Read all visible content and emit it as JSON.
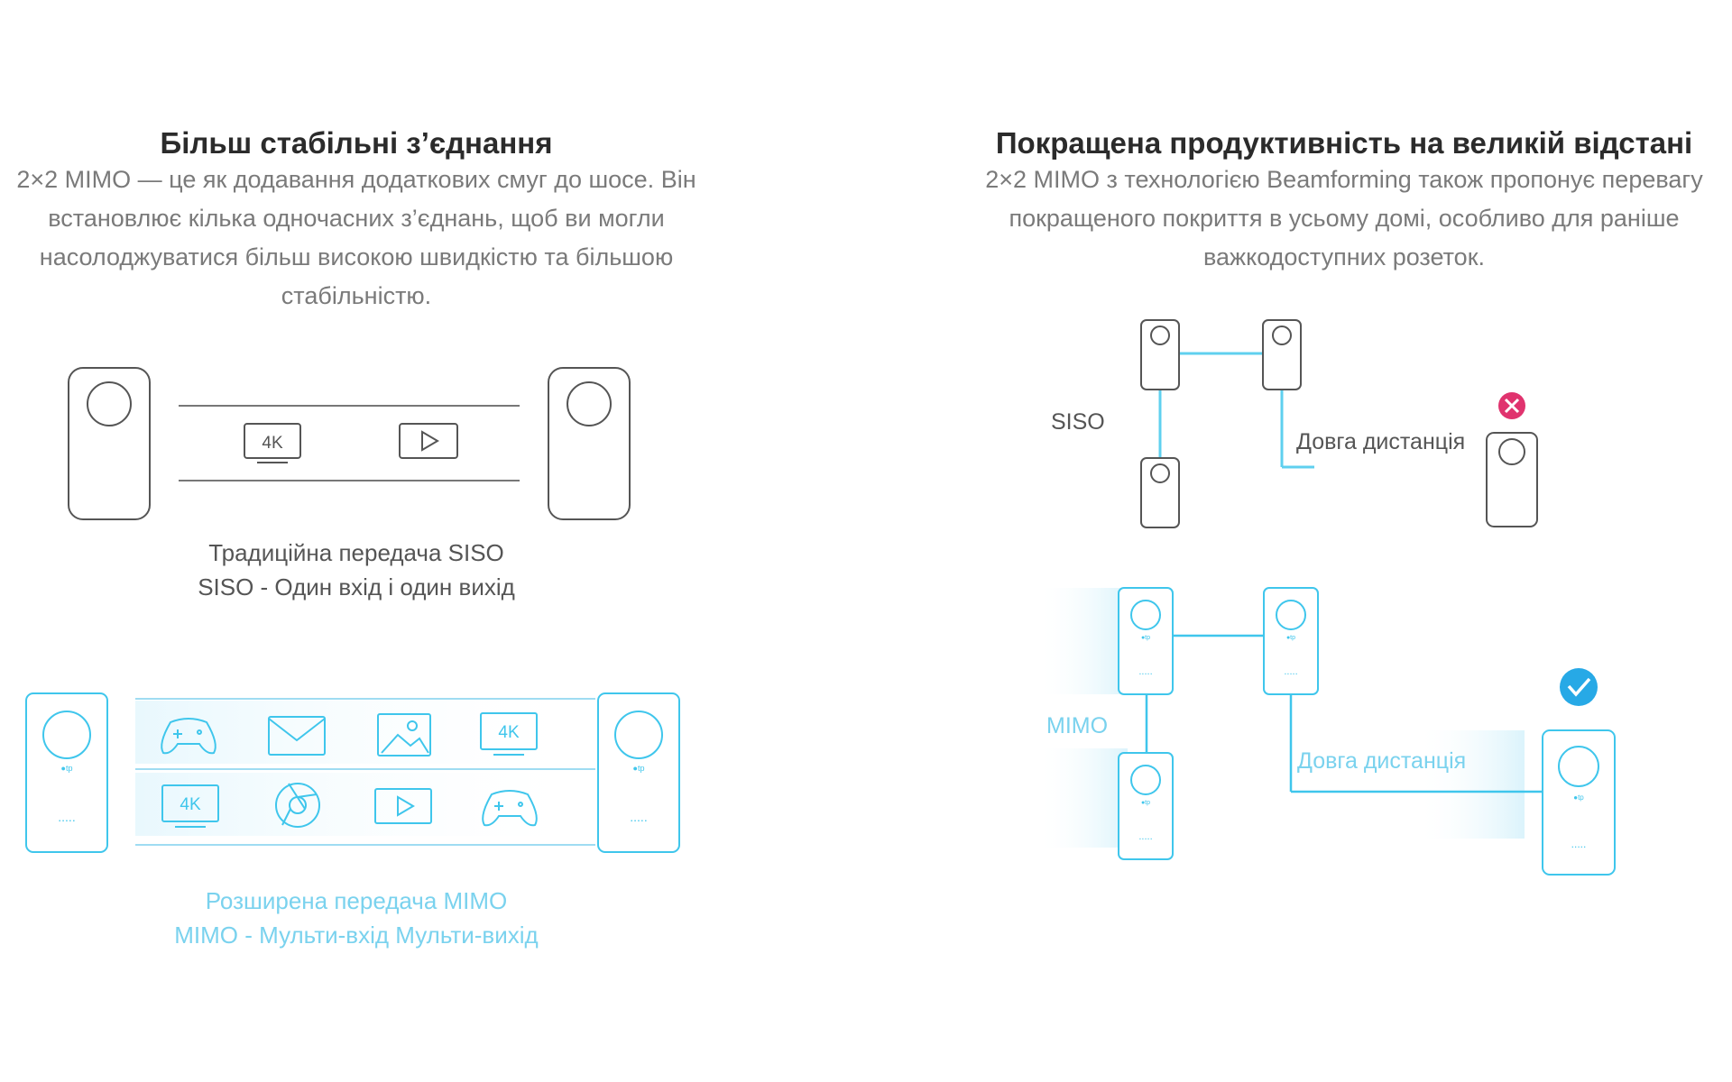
{
  "left": {
    "title": "Більш стабільні з’єднання",
    "description": "2×2 MIMO — це як додавання додаткових смуг до шосе. Він встановлює кілька одночасних з’єднань, щоб ви могли насолоджуватися більш високою швидкістю та більшою стабільністю.",
    "siso_caption": {
      "line1": "Традиційна передача SISO",
      "line2": "SISO - Один вхід і один вихід"
    },
    "mimo_caption": {
      "line1": "Розширена передача MIMO",
      "line2": "MIMO - Мульти-вхід Мульти-вихід"
    },
    "siso_badge": "4K",
    "mimo_badge": "4K"
  },
  "right": {
    "title": "Покращена продуктивність на великій відстані",
    "description": "2×2 MIMO з технологією Beamforming також пропонує перевагу покращеного покриття в усьому домі, особливо для раніше важкодоступних розеток.",
    "siso_label": "SISO",
    "siso_distance": "Довга дистанція",
    "mimo_label": "MIMO",
    "mimo_distance": "Довга дистанція"
  },
  "colors": {
    "accent_cyan": "#3fc6ec",
    "light_cyan": "#7ad2ee",
    "fail_pink": "#e0336e",
    "check_blue": "#27a9e6",
    "device_gray": "#555555"
  },
  "icons": [
    "gamepad-icon",
    "mail-icon",
    "image-icon",
    "4k-tv-icon",
    "chrome-icon",
    "play-icon",
    "x-circle-icon",
    "check-circle-icon"
  ]
}
